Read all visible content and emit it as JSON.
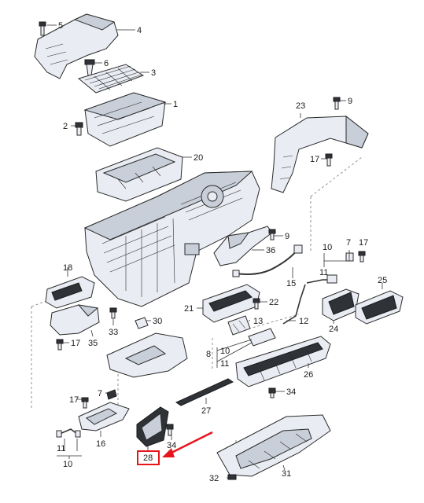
{
  "labels": {
    "p1": "1",
    "p2": "2",
    "p3": "3",
    "p4": "4",
    "p5": "5",
    "p6": "6",
    "p7a": "7",
    "p7b": "7",
    "p8": "8",
    "p9a": "9",
    "p9b": "9",
    "p10a": "10",
    "p10b": "10",
    "p10c": "10",
    "p11a": "11",
    "p11b": "11",
    "p12": "12",
    "p13": "13",
    "p15": "15",
    "p16": "16",
    "p17a": "17",
    "p17b": "17",
    "p17c": "17",
    "p17d": "17",
    "p18": "18",
    "p20": "20",
    "p21": "21",
    "p22": "22",
    "p23": "23",
    "p24": "24",
    "p25": "25",
    "p26": "26",
    "p27": "27",
    "p28": "28",
    "p30": "30",
    "p31": "31",
    "p32": "32",
    "p33": "33",
    "p34a": "34",
    "p34b": "34",
    "p35": "35",
    "p36": "36"
  },
  "highlight": {
    "label": "28",
    "color": "#e8141b"
  },
  "colors": {
    "part_fill": "#e9edf3",
    "part_shade": "#c8cfd9",
    "dark_part": "#2f3338",
    "highlight": "#e8141b"
  }
}
